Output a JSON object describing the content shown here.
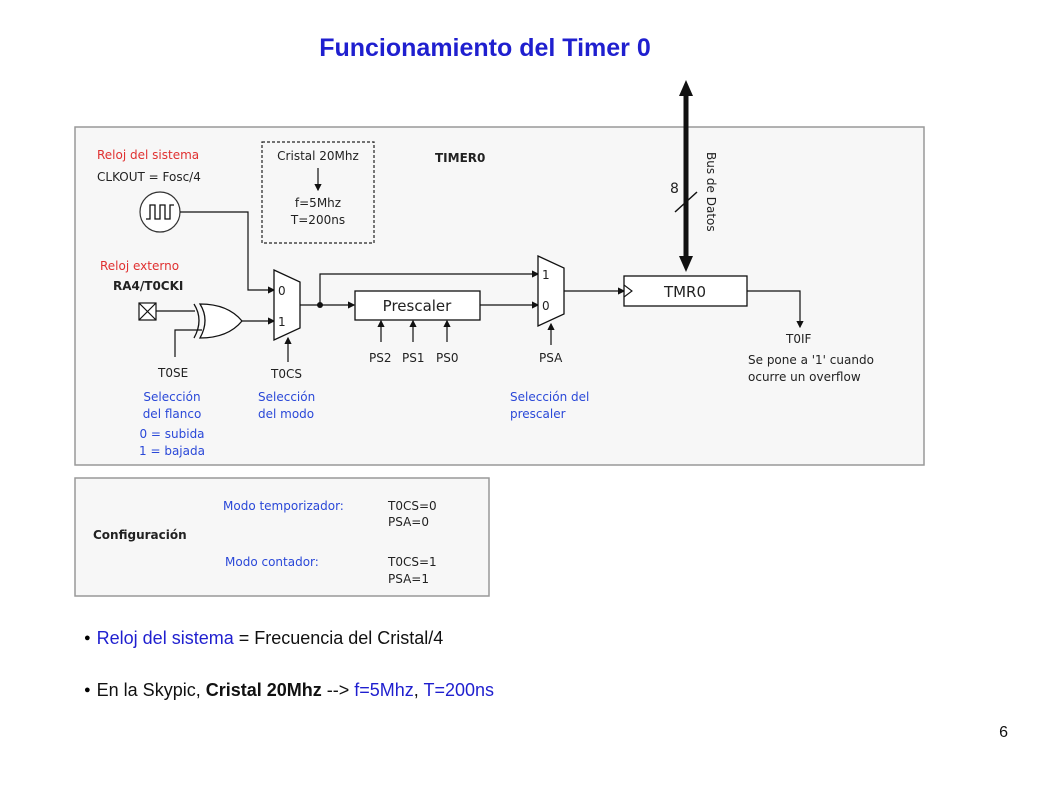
{
  "slide": {
    "title": "Funcionamiento del Timer 0",
    "page_number": "6"
  },
  "diagram": {
    "section_title": "TIMER0",
    "system_clock": {
      "label": "Reloj del sistema",
      "formula": "CLKOUT = Fosc/4"
    },
    "crystal_box": {
      "title": "Cristal 20Mhz",
      "freq": "f=5Mhz",
      "period": "T=200ns"
    },
    "external_clock": {
      "label": "Reloj externo",
      "pin": "RA4/T0CKI"
    },
    "mux1": {
      "in0": "0",
      "in1": "1",
      "select": "T0CS"
    },
    "t0se": "T0SE",
    "prescaler": {
      "label": "Prescaler",
      "ps2": "PS2",
      "ps1": "PS1",
      "ps0": "PS0"
    },
    "mux2": {
      "in1": "1",
      "in0": "0",
      "select": "PSA"
    },
    "tmr0": "TMR0",
    "data_bus": {
      "width": "8",
      "label": "Bus de Datos"
    },
    "t0if": {
      "label": "T0IF",
      "desc_line1": "Se pone a '1' cuando",
      "desc_line2": "ocurre un overflow"
    },
    "edge_select": {
      "line1": "Selección",
      "line2": "del flanco",
      "line3": "0 = subida",
      "line4": "1 = bajada"
    },
    "mode_select": {
      "line1": "Selección",
      "line2": "del modo"
    },
    "prescaler_select": {
      "line1": "Selección del",
      "line2": "prescaler"
    }
  },
  "config": {
    "title": "Configuración",
    "timer_mode": {
      "label": "Modo temporizador:",
      "v1": "T0CS=0",
      "v2": "PSA=0"
    },
    "counter_mode": {
      "label": "Modo contador:",
      "v1": "T0CS=1",
      "v2": "PSA=1"
    }
  },
  "bullets": {
    "b1": {
      "part1": "Reloj del sistema",
      "part2": " = Frecuencia del Cristal/4"
    },
    "b2": {
      "part1": "En la Skypic, ",
      "part2": "Cristal 20Mhz",
      "part3": " --> ",
      "part4": "f=5Mhz",
      "part5": ", ",
      "part6": "T=200ns"
    }
  },
  "colors": {
    "title": "#1f1fcf",
    "red_label": "#e03030",
    "blue_label": "#2a48d8"
  }
}
